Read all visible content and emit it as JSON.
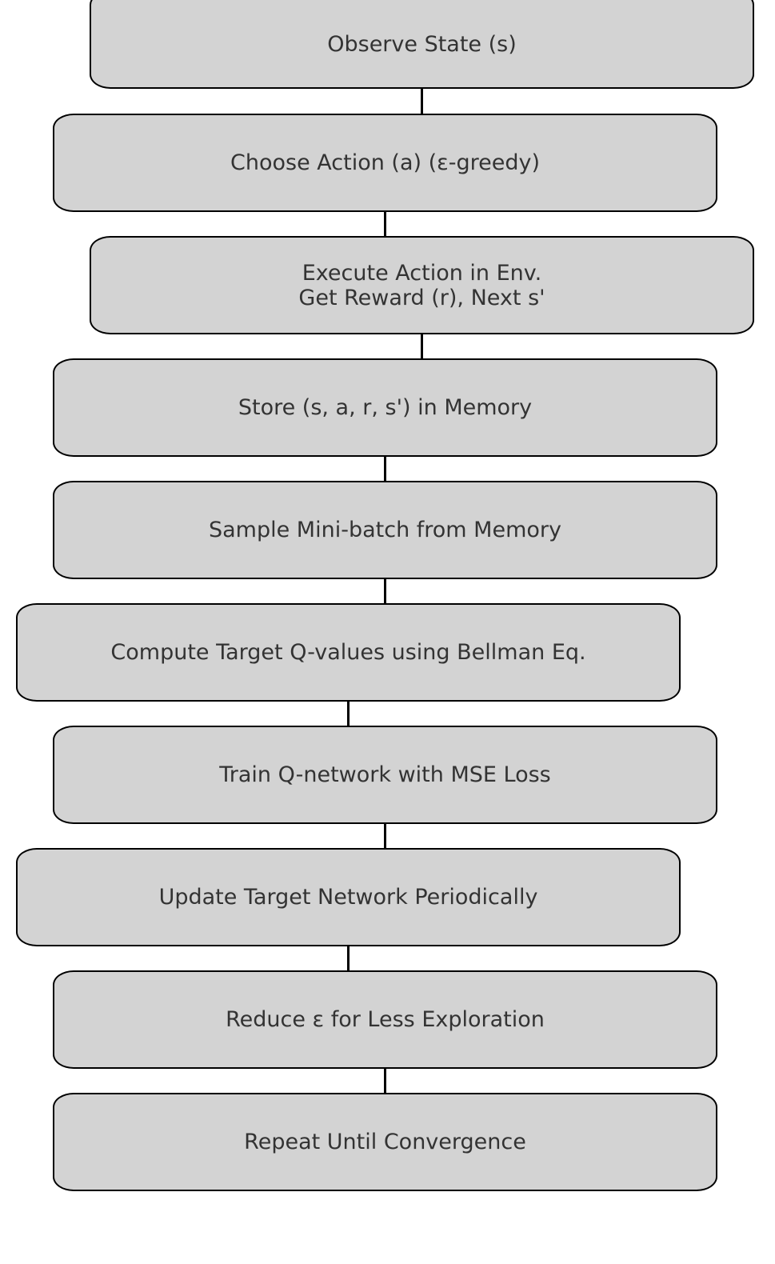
{
  "steps": [
    {
      "lines": [
        "Observe State (s)"
      ]
    },
    {
      "lines": [
        "Choose Action (a) (ε-greedy)"
      ]
    },
    {
      "lines": [
        "Execute Action in Env.",
        "Get Reward (r), Next s'"
      ]
    },
    {
      "lines": [
        "Store (s, a, r, s') in Memory"
      ]
    },
    {
      "lines": [
        "Sample Mini-batch from Memory"
      ]
    },
    {
      "lines": [
        "Compute Target Q-values using Bellman Eq."
      ]
    },
    {
      "lines": [
        "Train Q-network with MSE Loss"
      ]
    },
    {
      "lines": [
        "Update Target Network Periodically"
      ]
    },
    {
      "lines": [
        "Reduce ε for Less Exploration"
      ]
    },
    {
      "lines": [
        "Repeat Until Convergence"
      ]
    }
  ],
  "colors": {
    "box_fill": "#d3d3d3",
    "box_border": "#000000",
    "text": "#333333",
    "connector": "#000000"
  }
}
